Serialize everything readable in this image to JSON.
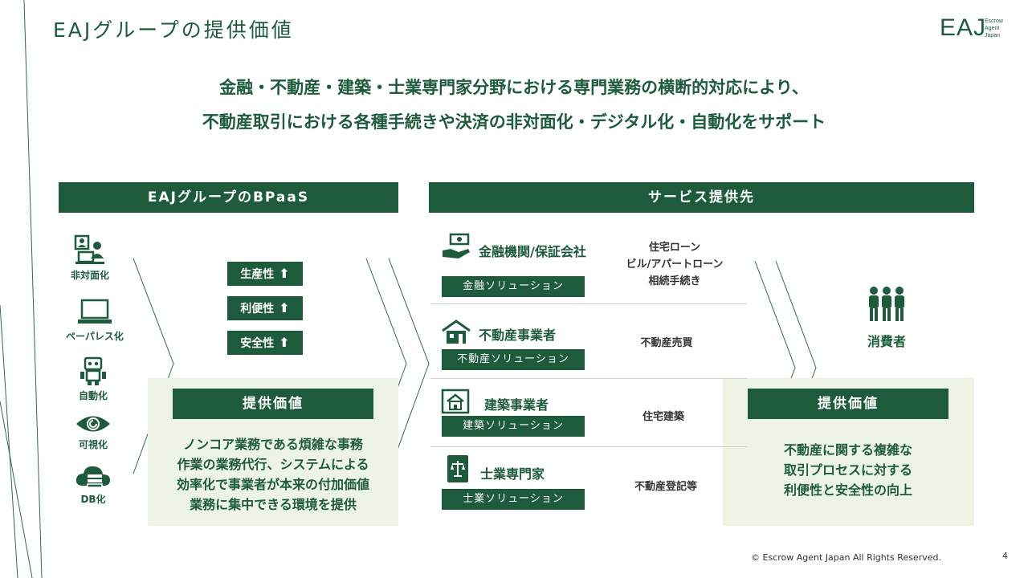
{
  "header": {
    "title": "EAJグループの提供価値",
    "logo_main": "EAJ",
    "logo_sub": [
      "Escrow",
      "Agent",
      "Japan"
    ]
  },
  "headline": {
    "line1": "金融・不動産・建築・士業専門家分野における専門業務の横断的対応により、",
    "line2": "不動産取引における各種手続きや決済の非対面化・デジタル化・自動化をサポート"
  },
  "left": {
    "bar_title": "EAJグループのBPaaS",
    "features": [
      {
        "label": "非対面化",
        "icon": "remote-meeting-icon"
      },
      {
        "label": "ペーパレス化",
        "icon": "laptop-icon"
      },
      {
        "label": "自動化",
        "icon": "robot-icon"
      },
      {
        "label": "可視化",
        "icon": "eye-icon"
      },
      {
        "label": "DB化",
        "icon": "cloud-database-icon"
      }
    ],
    "kpis": [
      {
        "label": "生産性",
        "arrow": "⬆"
      },
      {
        "label": "利便性",
        "arrow": "⬆"
      },
      {
        "label": "安全性",
        "arrow": "⬆"
      }
    ],
    "value_title": "提供価値",
    "value_lines": [
      "ノンコア業務である煩雑な事務",
      "作業の業務代行、システムによる",
      "効率化で事業者が本来の付加価値",
      "業務に集中できる環境を提供"
    ]
  },
  "services": {
    "bar_title": "サービス提供先",
    "rows": [
      {
        "name": "金融機関/保証会社",
        "tag": "金融ソリューション",
        "icon": "money-hand-icon",
        "desc": [
          "住宅ローン",
          "ビル/アパートローン",
          "相続手続き"
        ]
      },
      {
        "name": "不動産事業者",
        "tag": "不動産ソリューション",
        "icon": "house-icon",
        "desc": [
          "不動産売買"
        ]
      },
      {
        "name": "建築事業者",
        "tag": "建築ソリューション",
        "icon": "building-plan-icon",
        "desc": [
          "住宅建築"
        ]
      },
      {
        "name": "士業専門家",
        "tag": "士業ソリューション",
        "icon": "law-book-icon",
        "desc": [
          "不動産登記等"
        ]
      }
    ]
  },
  "right": {
    "consumer_label": "消費者",
    "value_title": "提供価値",
    "value_lines": [
      "不動産に関する複雑な",
      "取引プロセスに対する",
      "利便性と安全性の向上"
    ]
  },
  "footer": {
    "copyright": "© Escrow Agent Japan All Rights Reserved.",
    "page": "4"
  }
}
